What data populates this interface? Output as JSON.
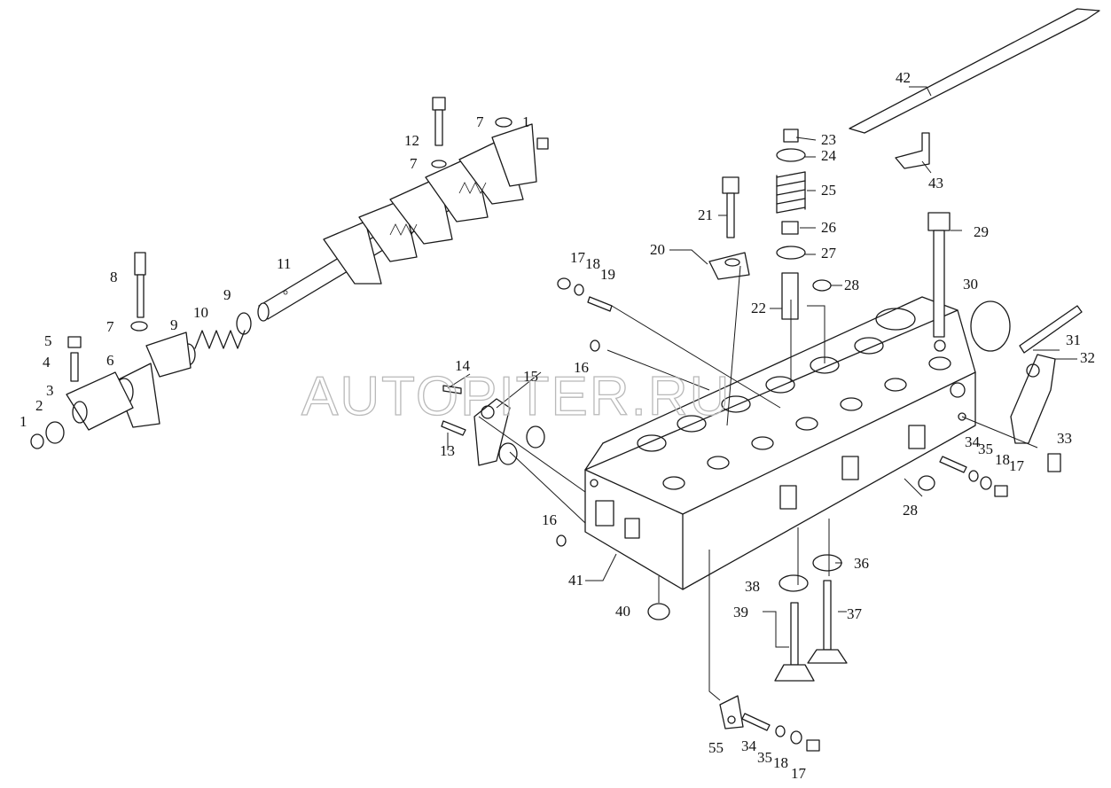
{
  "watermark": "AUTOPITER.RU",
  "callouts": [
    "1",
    "2",
    "3",
    "4",
    "5",
    "6",
    "7",
    "8",
    "7",
    "9",
    "10",
    "11",
    "9",
    "12",
    "7",
    "7",
    "1",
    "13",
    "14",
    "15",
    "16",
    "16",
    "17",
    "18",
    "19",
    "20",
    "21",
    "22",
    "23",
    "24",
    "25",
    "26",
    "27",
    "28",
    "28",
    "29",
    "30",
    "31",
    "32",
    "33",
    "34",
    "35",
    "18",
    "17",
    "34",
    "35",
    "18",
    "17",
    "36",
    "37",
    "38",
    "39",
    "40",
    "41",
    "42",
    "43",
    "55"
  ],
  "colors": {
    "line": "#1a1a1a",
    "text": "#111111",
    "watermark": "#b9b9b9",
    "background": "#ffffff"
  }
}
